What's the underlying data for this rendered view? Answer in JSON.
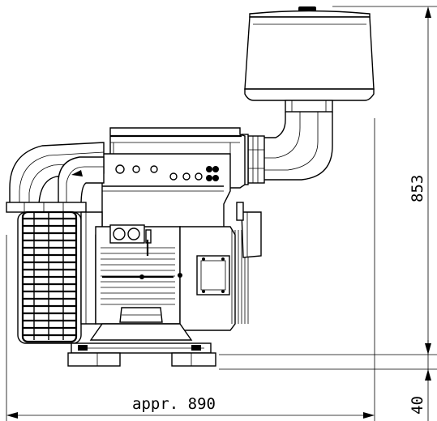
{
  "dimensions": {
    "width_label": "appr. 890",
    "height_label": "853",
    "base_label": "40"
  }
}
